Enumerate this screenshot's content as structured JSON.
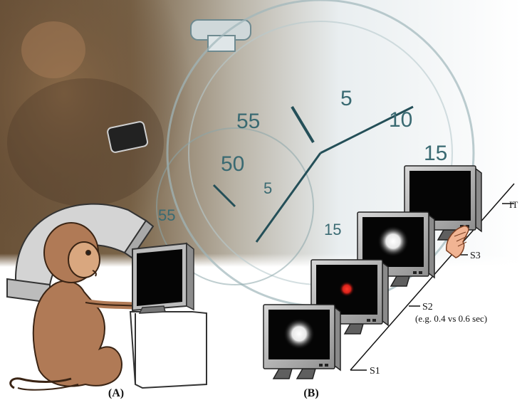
{
  "panels": {
    "a_label": "(A)",
    "b_label": "(B)"
  },
  "stages": {
    "s1": "S1",
    "s2": "S2",
    "s2_note": "(e.g. 0.4 vs 0.6 sec)",
    "s3": "S3",
    "it": "IT"
  },
  "stopwatch": {
    "dial_55": "55",
    "dial_5": "5",
    "dial_10": "10",
    "dial_15": "15",
    "dial_50": "50",
    "sub_55": "55",
    "sub_5": "5",
    "sub_15": "15"
  },
  "colors": {
    "monkey_fur": "#b07a56",
    "monkey_face": "#d9a77f",
    "device_gray": "#c9c9c9",
    "screen_black": "#050505",
    "target_red": "#e0241c",
    "stopwatch_tint": "#2e6e78"
  },
  "icons": {
    "monkey": "monkey-figure",
    "head_apparatus": "head-holder-apparatus",
    "monitor": "monitor-icon",
    "hand": "hand-icon",
    "stopwatch": "stopwatch-image"
  }
}
